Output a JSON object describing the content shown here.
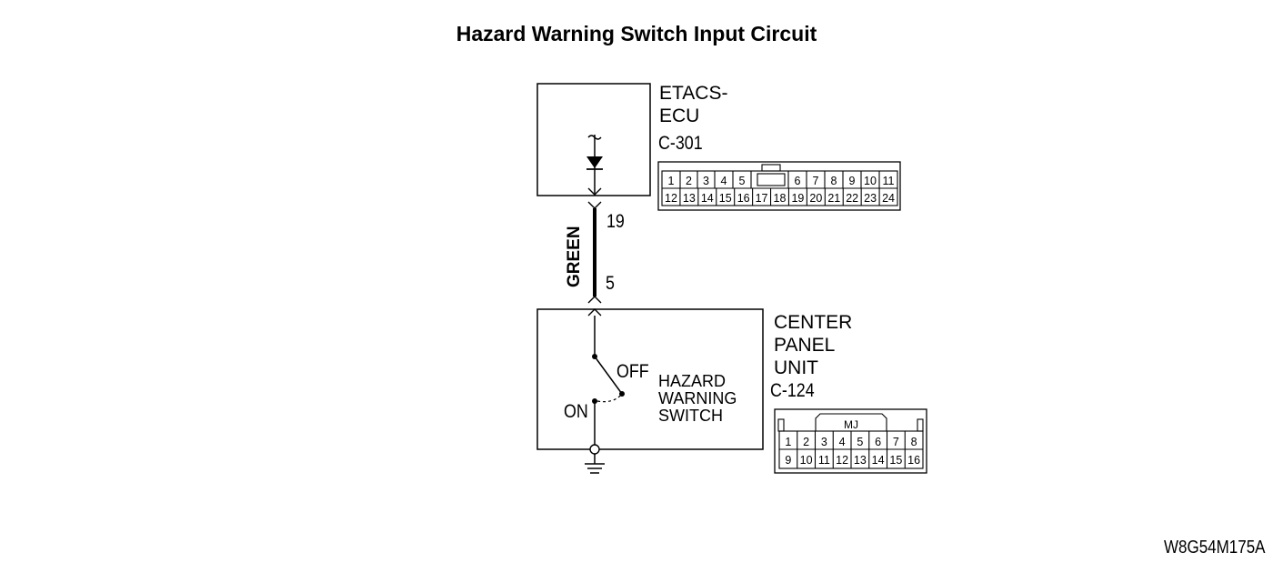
{
  "title": "Hazard Warning Switch Input Circuit",
  "etacs": {
    "name_line1": "ETACS-",
    "name_line2": "ECU",
    "connector": "C-301",
    "pin": "19",
    "pins_top": [
      "1",
      "2",
      "3",
      "4",
      "5",
      "6",
      "7",
      "8",
      "9",
      "10",
      "11"
    ],
    "pins_bottom": [
      "12",
      "13",
      "14",
      "15",
      "16",
      "17",
      "18",
      "19",
      "20",
      "21",
      "22",
      "23",
      "24"
    ]
  },
  "wire": {
    "color": "GREEN"
  },
  "center_panel": {
    "name_line1": "CENTER",
    "name_line2": "PANEL",
    "name_line3": "UNIT",
    "connector": "C-124",
    "pin": "5",
    "connector_tag": "MJ",
    "pins_top": [
      "1",
      "2",
      "3",
      "4",
      "5",
      "6",
      "7",
      "8"
    ],
    "pins_bottom": [
      "9",
      "10",
      "11",
      "12",
      "13",
      "14",
      "15",
      "16"
    ]
  },
  "switch": {
    "off_label": "OFF",
    "on_label": "ON",
    "name_line1": "HAZARD",
    "name_line2": "WARNING",
    "name_line3": "SWITCH"
  },
  "figure_id": "W8G54M175A"
}
